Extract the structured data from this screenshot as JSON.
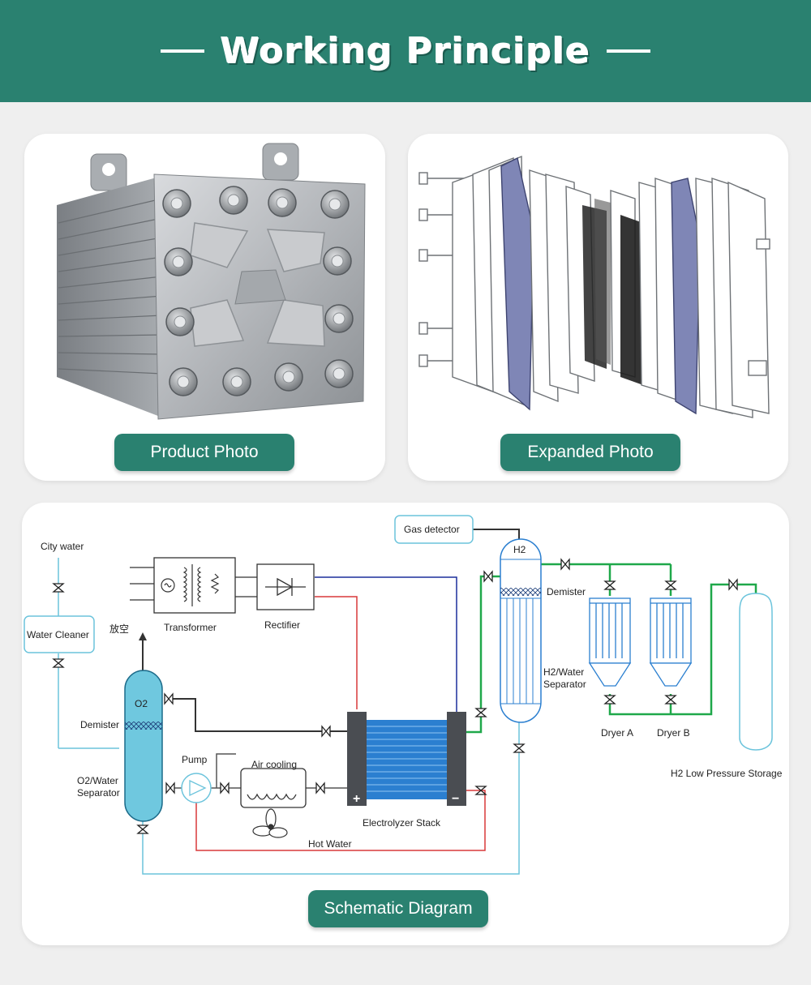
{
  "header": {
    "title": "Working Principle"
  },
  "panels": {
    "product_label": "Product Photo",
    "expanded_label": "Expanded Photo",
    "schematic_label": "Schematic Diagram"
  },
  "schematic": {
    "city_water": "City water",
    "water_cleaner": "Water Cleaner",
    "vent": "放空",
    "transformer": "Transformer",
    "rectifier": "Rectifier",
    "gas_detector": "Gas detector",
    "h2": "H2",
    "o2": "O2",
    "demister_left": "Demister",
    "demister_right": "Demister",
    "o2_sep_line1": "O2/Water",
    "o2_sep_line2": "Separator",
    "h2_sep_line1": "H2/Water",
    "h2_sep_line2": "Separator",
    "pump": "Pump",
    "air_cooling": "Air cooling",
    "stack": "Electrolyzer Stack",
    "hot_water": "Hot Water",
    "dryer_a": "Dryer A",
    "dryer_b": "Dryer B",
    "storage": "H2 Low Pressure Storage",
    "plus": "+",
    "minus": "−"
  },
  "colors": {
    "brand": "#2a8170",
    "water_line": "#6cc4dc",
    "h2_line": "#1fa84a",
    "red_line": "#d9383a",
    "blue_line": "#1c2e9c",
    "stack_blue": "#2b7fd0"
  }
}
